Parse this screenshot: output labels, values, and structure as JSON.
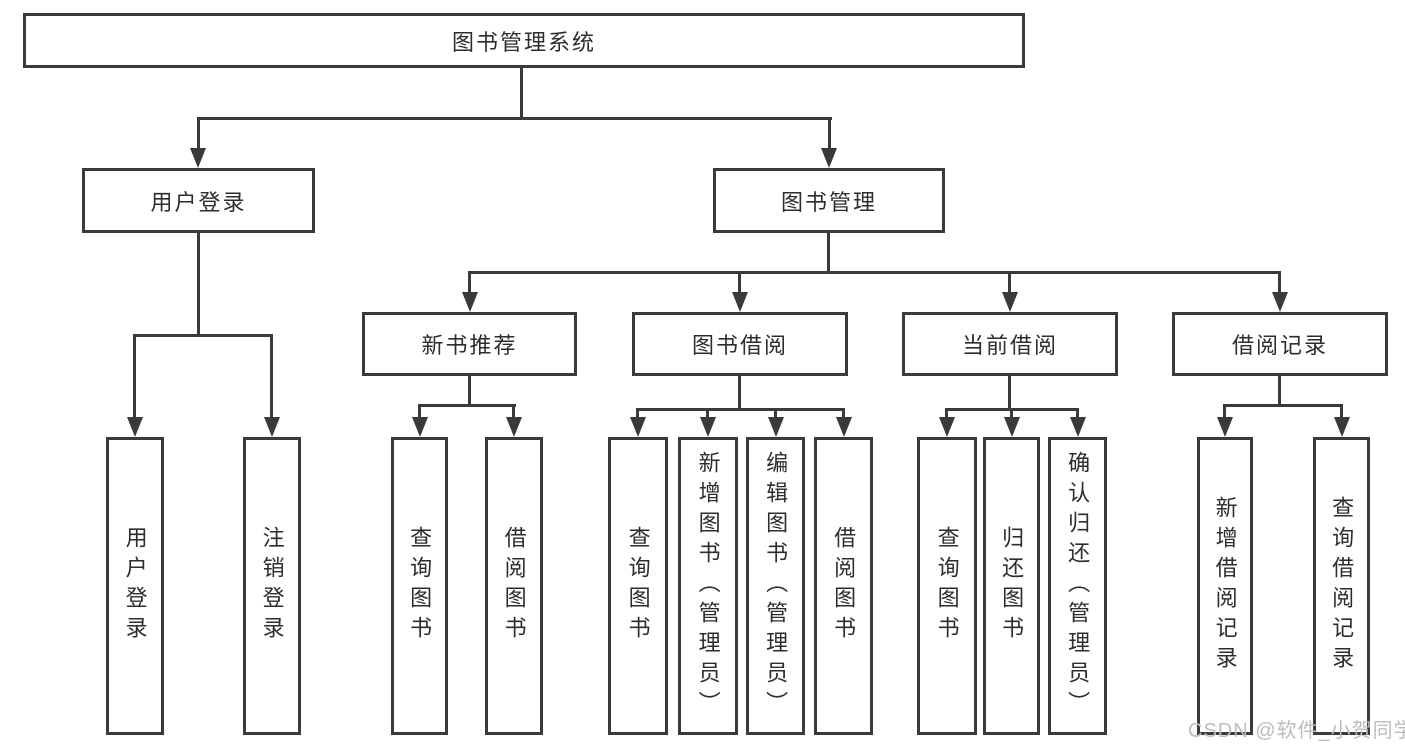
{
  "tree": {
    "root": "图书管理系统",
    "branches": [
      {
        "label": "用户登录",
        "children": [
          "用户登录",
          "注销登录"
        ]
      },
      {
        "label": "图书管理",
        "groups": [
          {
            "label": "新书推荐",
            "children": [
              "查询图书",
              "借阅图书"
            ]
          },
          {
            "label": "图书借阅",
            "children": [
              "查询图书",
              "新增图书（管理员）",
              "编辑图书（管理员）",
              "借阅图书"
            ]
          },
          {
            "label": "当前借阅",
            "children": [
              "查询图书",
              "归还图书",
              "确认归还（管理员）"
            ]
          },
          {
            "label": "借阅记录",
            "children": [
              "新增借阅记录",
              "查询借阅记录"
            ]
          }
        ]
      }
    ]
  },
  "watermark": {
    "text": "CSDN @软件_小贺同学"
  },
  "colors": {
    "line": "#3a3a3a",
    "text": "#2d2d2d",
    "watermark": "#bdbdbd",
    "background": "#ffffff"
  }
}
